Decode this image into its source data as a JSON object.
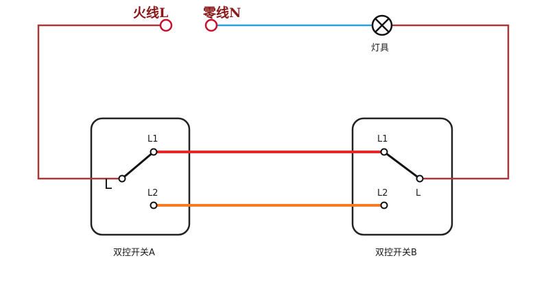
{
  "labels": {
    "live": "火线L",
    "neutral": "零线N",
    "lamp": "灯具",
    "switch_a": "双控开关A",
    "switch_b": "双控开关B",
    "a_l1": "L1",
    "a_l2": "L2",
    "a_l": "L",
    "b_l1": "L1",
    "b_l2": "L2",
    "b_l": "L"
  },
  "colors": {
    "live_wire": "#a33a3a",
    "neutral_wire": "#2a9fd8",
    "traveler_l1": "#e8272b",
    "traveler_l2": "#f47b20",
    "terminal": "#c8102e",
    "switch_box": "#222222"
  },
  "icons": {
    "lamp": "lamp-cross-icon"
  }
}
